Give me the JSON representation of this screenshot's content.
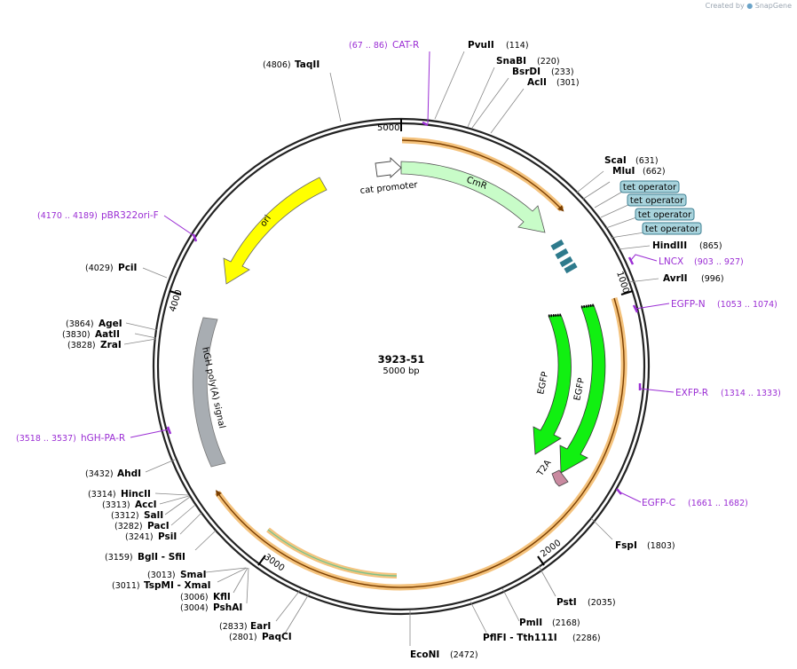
{
  "credit": {
    "created_by": "Created by",
    "brand": "SnapGene"
  },
  "plasmid": {
    "name": "3923-51",
    "size_label": "5000 bp",
    "length": 5000
  },
  "ticks": [
    {
      "pos": 1000,
      "label": "1000"
    },
    {
      "pos": 2000,
      "label": "2000"
    },
    {
      "pos": 3000,
      "label": "3000"
    },
    {
      "pos": 4000,
      "label": "4000"
    },
    {
      "pos": 5000,
      "label": "5000"
    }
  ],
  "sites": [
    {
      "name": "PvuII",
      "pos": "(114)"
    },
    {
      "name": "SnaBI",
      "pos": "(220)"
    },
    {
      "name": "BsrDI",
      "pos": "(233)"
    },
    {
      "name": "AclI",
      "pos": "(301)"
    },
    {
      "name": "ScaI",
      "pos": "(631)"
    },
    {
      "name": "MluI",
      "pos": "(662)"
    },
    {
      "name": "HindIII",
      "pos": "(865)"
    },
    {
      "name": "AvrII",
      "pos": "(996)"
    },
    {
      "name": "FspI",
      "pos": "(1803)"
    },
    {
      "name": "PstI",
      "pos": "(2035)"
    },
    {
      "name": "PmlI",
      "pos": "(2168)"
    },
    {
      "name": "PflFI  - Tth111I",
      "pos": "(2286)"
    },
    {
      "name": "EcoNI",
      "pos": "(2472)"
    },
    {
      "name": "PaqCI",
      "pos": "(2801)"
    },
    {
      "name": "EarI",
      "pos": "(2833)"
    },
    {
      "name": "PshAI",
      "pos": "(3004)"
    },
    {
      "name": "KflI",
      "pos": "(3006)"
    },
    {
      "name": "TspMI  - XmaI",
      "pos": "(3011)"
    },
    {
      "name": "SmaI",
      "pos": "(3013)"
    },
    {
      "name": "BglI  - SfiI",
      "pos": "(3159)"
    },
    {
      "name": "PsiI",
      "pos": "(3241)"
    },
    {
      "name": "PacI",
      "pos": "(3282)"
    },
    {
      "name": "SalI",
      "pos": "(3312)"
    },
    {
      "name": "AccI",
      "pos": "(3313)"
    },
    {
      "name": "HincII",
      "pos": "(3314)"
    },
    {
      "name": "AhdI",
      "pos": "(3432)"
    },
    {
      "name": "ZraI",
      "pos": "(3828)"
    },
    {
      "name": "AatII",
      "pos": "(3830)"
    },
    {
      "name": "AgeI",
      "pos": "(3864)"
    },
    {
      "name": "PciI",
      "pos": "(4029)"
    },
    {
      "name": "TaqII",
      "pos": "(4806)"
    }
  ],
  "primers": [
    {
      "name": "CAT-R",
      "pos": "(67 .. 86)"
    },
    {
      "name": "LNCX",
      "pos": "(903 .. 927)"
    },
    {
      "name": "EGFP-N",
      "pos": "(1053 .. 1074)"
    },
    {
      "name": "EXFP-R",
      "pos": "(1314 .. 1333)"
    },
    {
      "name": "EGFP-C",
      "pos": "(1661 .. 1682)"
    },
    {
      "name": "hGH-PA-R",
      "pos": "(3518 .. 3537)"
    },
    {
      "name": "pBR322ori-F",
      "pos": "(4170 .. 4189)"
    }
  ],
  "features": [
    {
      "name": "CmR",
      "color": "#c8fcc8"
    },
    {
      "name": "cat promoter",
      "color": "#ffffff"
    },
    {
      "name": "ori",
      "color": "#ffff00"
    },
    {
      "name": "hGH poly(A) signal",
      "color": "#a8adb2"
    },
    {
      "name": "EGFP",
      "color": "#11f011"
    },
    {
      "name": "EGFP",
      "color": "#11f011"
    },
    {
      "name": "T2A",
      "color": "#c98aa0"
    }
  ],
  "operators": [
    "tet operator",
    "tet operator",
    "tet operator",
    "tet operator"
  ],
  "colors": {
    "backbone": "#222222",
    "orf": "#f4c27c",
    "orf_line": "#7a3e00",
    "primer": "#9b2ed4",
    "operator": "#2d7a8c"
  }
}
